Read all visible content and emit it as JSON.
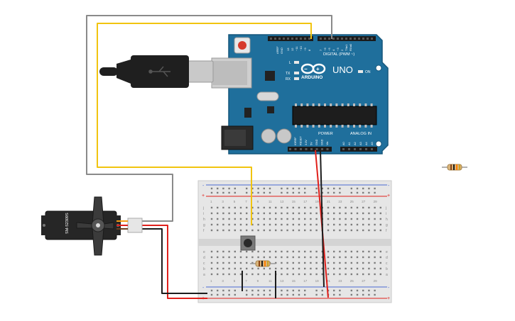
{
  "arduino": {
    "brand": "ARDUINO",
    "model": "UNO",
    "digital_label": "DIGITAL (PWM ~)",
    "power_label": "POWER",
    "analog_label": "ANALOG IN",
    "on_label": "ON",
    "led_l": "L",
    "led_tx": "TX",
    "led_rx": "RX",
    "aref": "AREF",
    "gnd": "GND",
    "digital_pins": [
      "13",
      "12",
      "~11",
      "~10",
      "~9",
      "8",
      "7",
      "~6",
      "~5",
      "4",
      "~3",
      "2",
      "TX▸1",
      "RX◂0"
    ],
    "power_pins": [
      "IOREF",
      "RESET",
      "3.3V",
      "5V",
      "GND",
      "GND",
      "Vin"
    ],
    "analog_pins": [
      "A0",
      "A1",
      "A2",
      "A3",
      "A4",
      "A5"
    ]
  },
  "servo": {
    "label": "SM-S2309S"
  },
  "breadboard": {
    "top_rows": [
      "j",
      "i",
      "h",
      "g",
      "f"
    ],
    "bottom_rows": [
      "e",
      "d",
      "c",
      "b",
      "a"
    ],
    "col_numbers": [
      "1",
      "3",
      "5",
      "7",
      "9",
      "11",
      "13",
      "15",
      "17",
      "19",
      "21",
      "23",
      "25",
      "27",
      "29"
    ],
    "rail_plus": "+",
    "rail_minus": "-"
  },
  "colors": {
    "board": "#1f6f9c",
    "board_edge": "#15567b",
    "wire_yellow": "#f1c40f",
    "wire_gray": "#8a8a8a",
    "wire_red": "#e0201b",
    "wire_black": "#1c1c1c",
    "breadboard": "#e9e9e9"
  }
}
